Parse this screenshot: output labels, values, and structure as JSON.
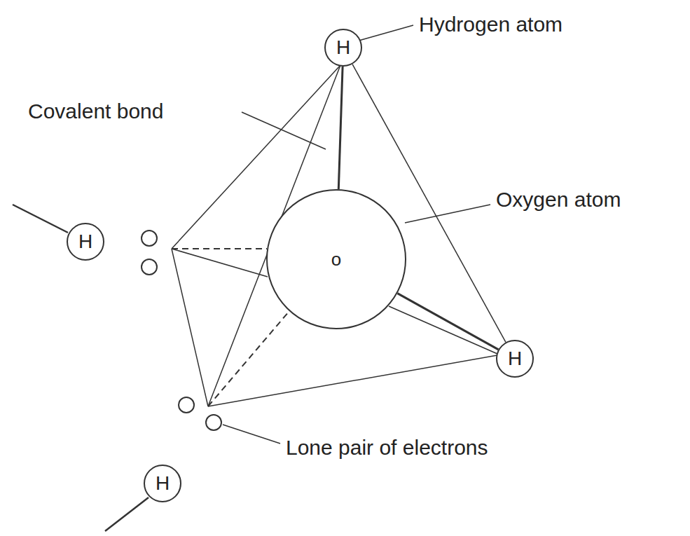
{
  "diagram": {
    "nodes": [
      {
        "text": [
          "H"
        ]
      },
      {
        "text": [
          "H"
        ]
      },
      {
        "text": [
          "o"
        ]
      },
      {
        "text": [
          "H"
        ]
      },
      {
        "text": [
          "H"
        ]
      }
    ],
    "edges": [
      {
        "from": 0,
        "to": 2,
        "arrow": "none"
      },
      {
        "from": 2,
        "to": 3,
        "arrow": "none"
      },
      {
        "from": 0,
        "to": 3,
        "arrow": "none"
      }
    ],
    "labels": [
      "Hydrogen atom",
      "Covalent bond",
      "Oxygen atom",
      "Lone pair of electrons"
    ]
  }
}
